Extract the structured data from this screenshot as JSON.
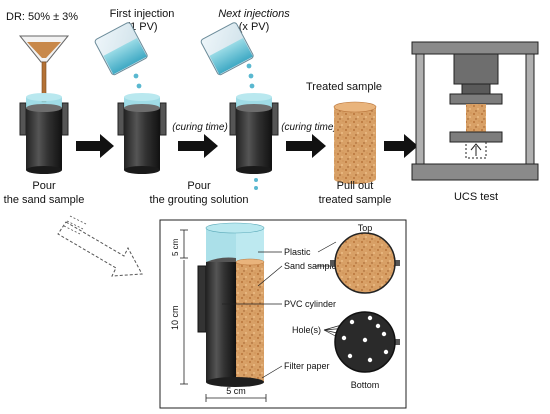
{
  "top_labels": {
    "dr": "DR: 50% ± 3%",
    "first_injection": "First injection",
    "first_injection_pv": "(1 PV)",
    "next_injections": "Next injections",
    "next_injections_pv": "(x PV)",
    "treated_sample": "Treated sample"
  },
  "arrow_labels": {
    "curing_time_1": "(curing time)",
    "curing_time_2": "(curing time)"
  },
  "step_labels": {
    "pour_1": "Pour",
    "pour_1_sub": "the sand sample",
    "pour_2": "Pour",
    "pour_2_sub": "the grouting solution",
    "pull_out": "Pull out",
    "pull_out_sub": "treated sample",
    "ucs": "UCS test"
  },
  "detail": {
    "dim_height_top": "5 cm",
    "dim_height_main": "10 cm",
    "dim_width": "5 cm",
    "plastic": "Plastic",
    "sand_sample": "Sand sample",
    "pvc_cylinder": "PVC cylinder",
    "holes": "Hole(s)",
    "filter_paper": "Filter paper",
    "top": "Top",
    "bottom": "Bottom"
  },
  "colors": {
    "cylinder": "#3a3a3a",
    "water": "#7fd0dc",
    "sand": "#d49a5c"
  }
}
